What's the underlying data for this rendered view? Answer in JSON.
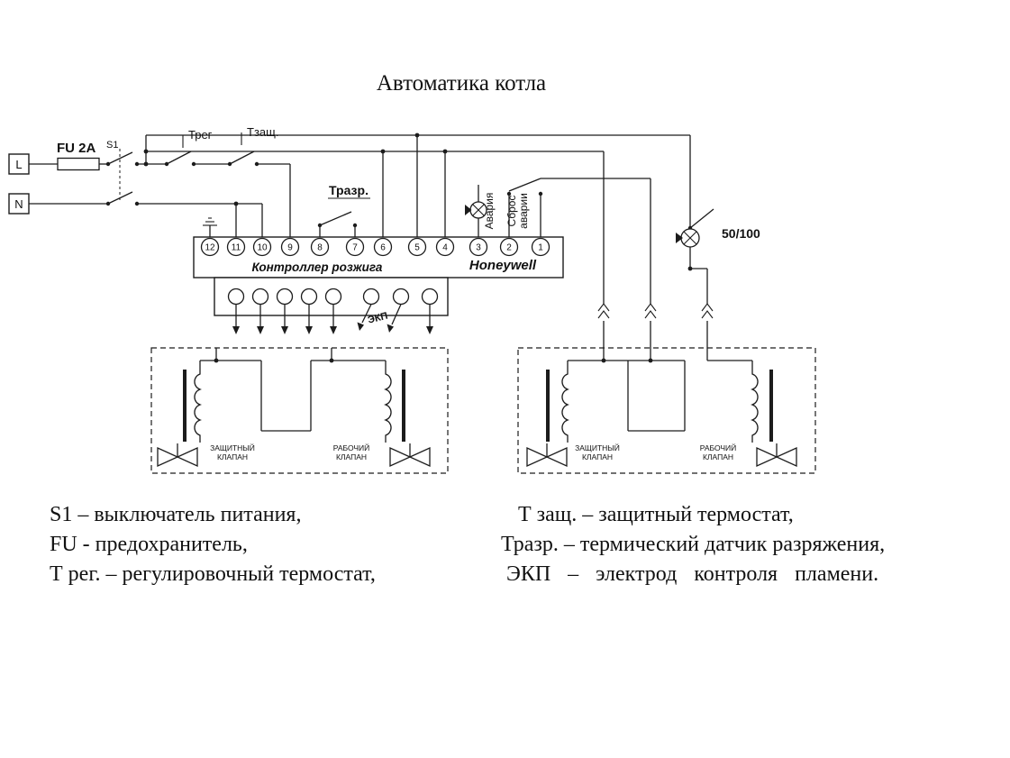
{
  "title": "Автоматика котла",
  "power": {
    "l_terminal": "L",
    "n_terminal": "N",
    "fuse_label": "FU 2A",
    "switch_label": "S1"
  },
  "switches": {
    "t_reg": "Трег",
    "t_zash": "Тзащ.",
    "t_razr": "Тразр."
  },
  "controller": {
    "name": "Контроллер розжига",
    "brand": "Honeywell",
    "terminals": [
      "12",
      "11",
      "10",
      "9",
      "8",
      "7",
      "6",
      "5",
      "4",
      "3",
      "2",
      "1"
    ]
  },
  "indicators": {
    "alarm": "Авария",
    "reset_word1": "Сброс",
    "reset_word2": "аварии",
    "pressure_switch": "50/100",
    "flame_electrode": "ЭКП"
  },
  "valve_units": {
    "protective_line1": "ЗАЩИТНЫЙ",
    "working_line1": "РАБОЧИЙ",
    "line2": "КЛАПАН"
  },
  "legend": {
    "left": [
      "S1 – выключатель питания,",
      "FU - предохранитель,",
      "Т рег. – регулировочный термостат,"
    ],
    "right": [
      "Т защ. – защитный термостат,",
      "Тразр. – термический датчик разряжения,",
      "ЭКП – электрод контроля пламени."
    ]
  }
}
